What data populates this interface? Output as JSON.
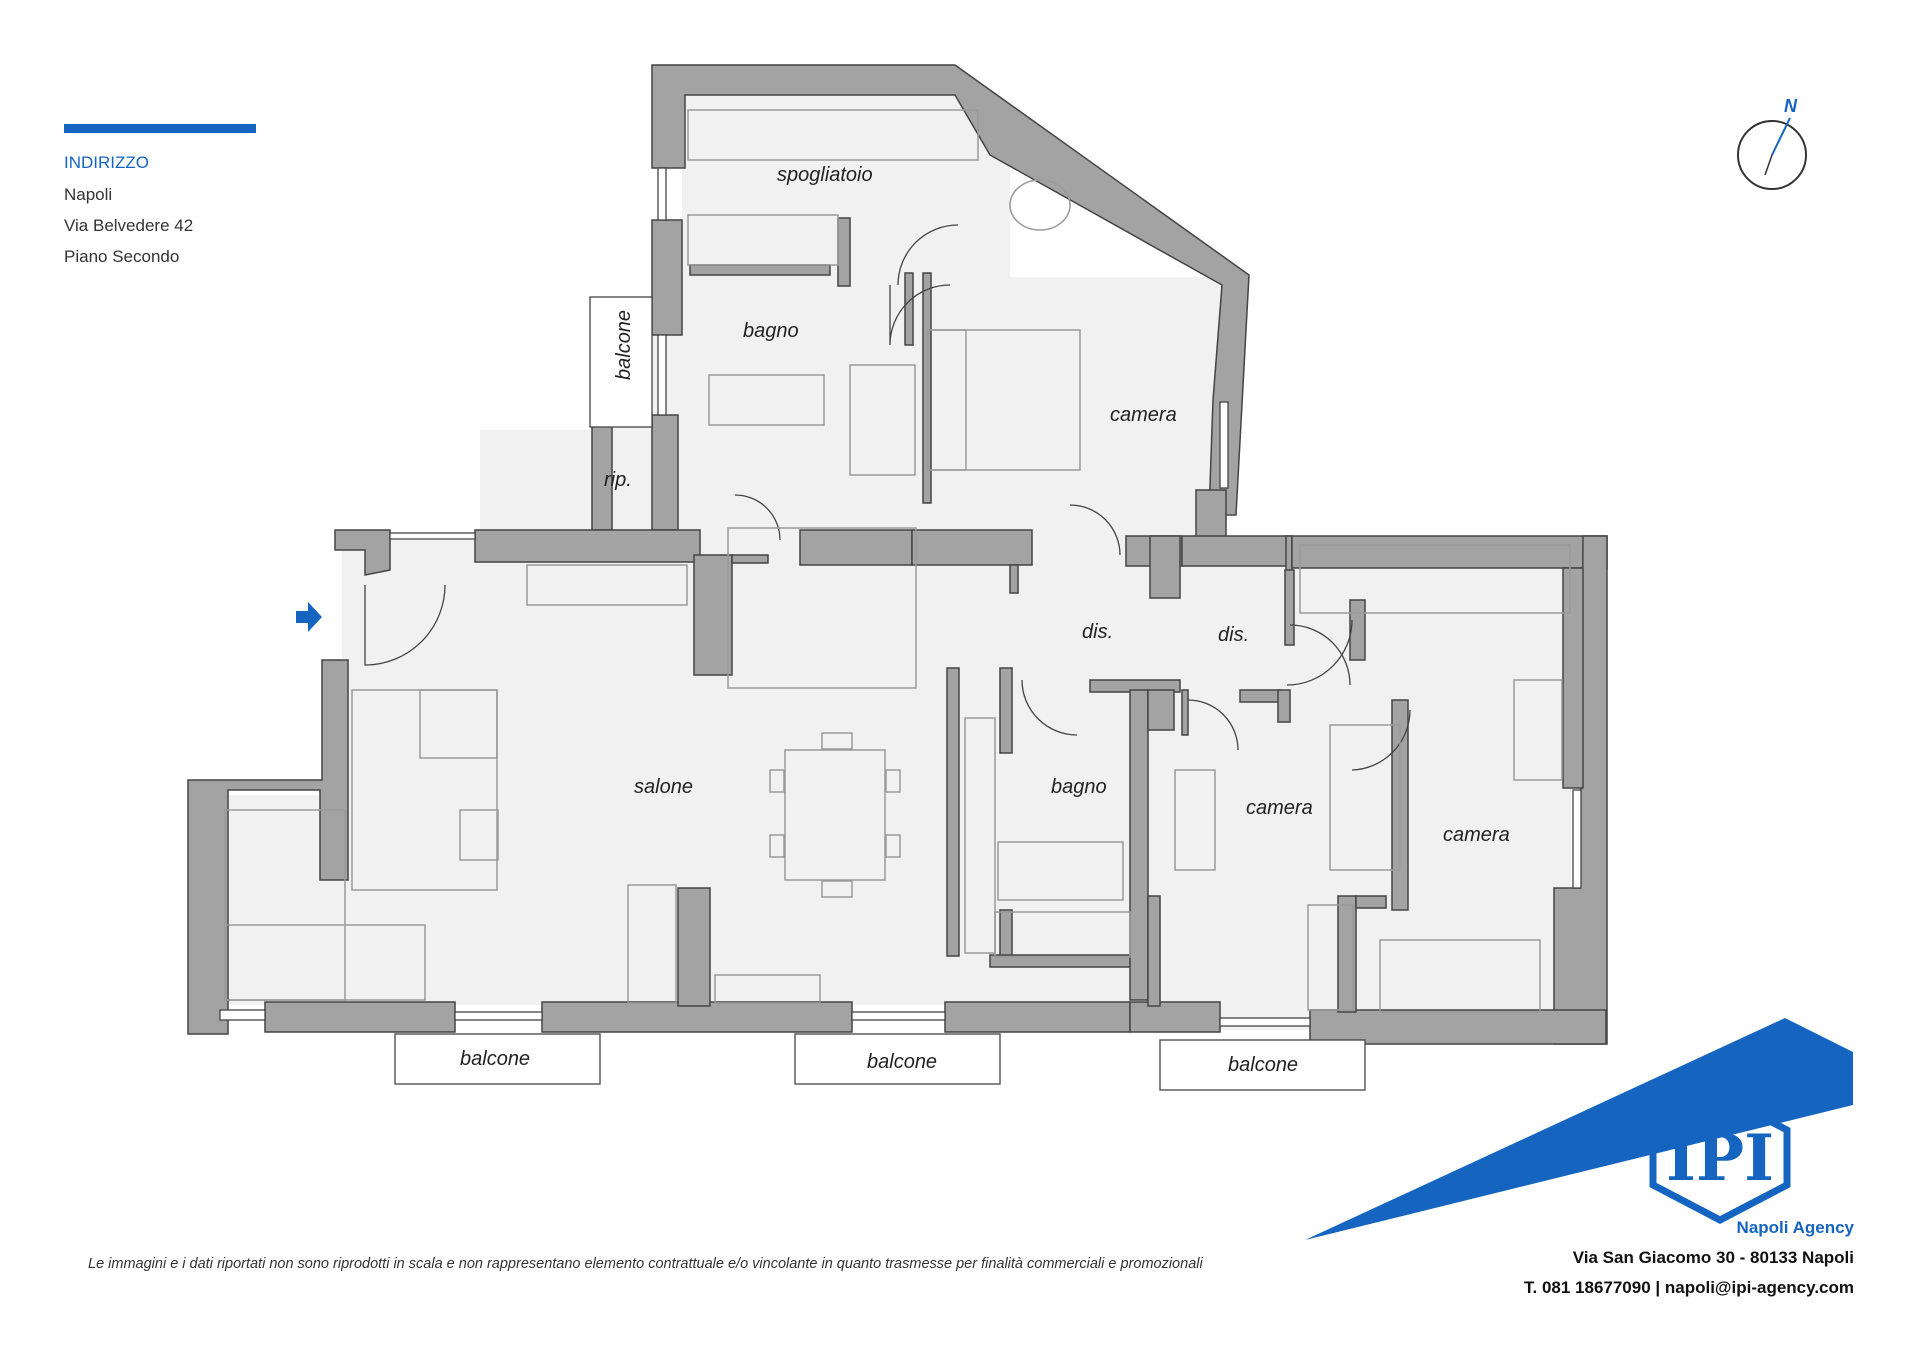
{
  "address": {
    "heading": "INDIRIZZO",
    "city": "Napoli",
    "street": "Via Belvedere 42",
    "floor": "Piano Secondo"
  },
  "compass": {
    "label": "N"
  },
  "rooms": {
    "spogliatoio": "spogliatoio",
    "bagno_top": "bagno",
    "camera_top": "camera",
    "balcone_side": "balcone",
    "rip": "rip.",
    "salone": "salone",
    "dis_left": "dis.",
    "dis_right": "dis.",
    "bagno_mid": "bagno",
    "camera_mid": "camera",
    "camera_right": "camera",
    "balcone_1": "balcone",
    "balcone_2": "balcone",
    "balcone_3": "balcone"
  },
  "disclaimer": "Le immagini e i dati riportati non sono riprodotti in scala e non rappresentano elemento contrattuale e/o vincolante in quanto trasmesse per finalità commerciali e promozionali",
  "agency": {
    "logo_text": "IPI",
    "name": "Napoli Agency",
    "address": "Via San Giacomo 30 - 80133 Napoli",
    "contacts": "T. 081 18677090 | napoli@ipi-agency.com"
  },
  "colors": {
    "brand_blue": "#1565c0",
    "wall": "#a3a3a3",
    "floor": "#f1f1f1"
  }
}
